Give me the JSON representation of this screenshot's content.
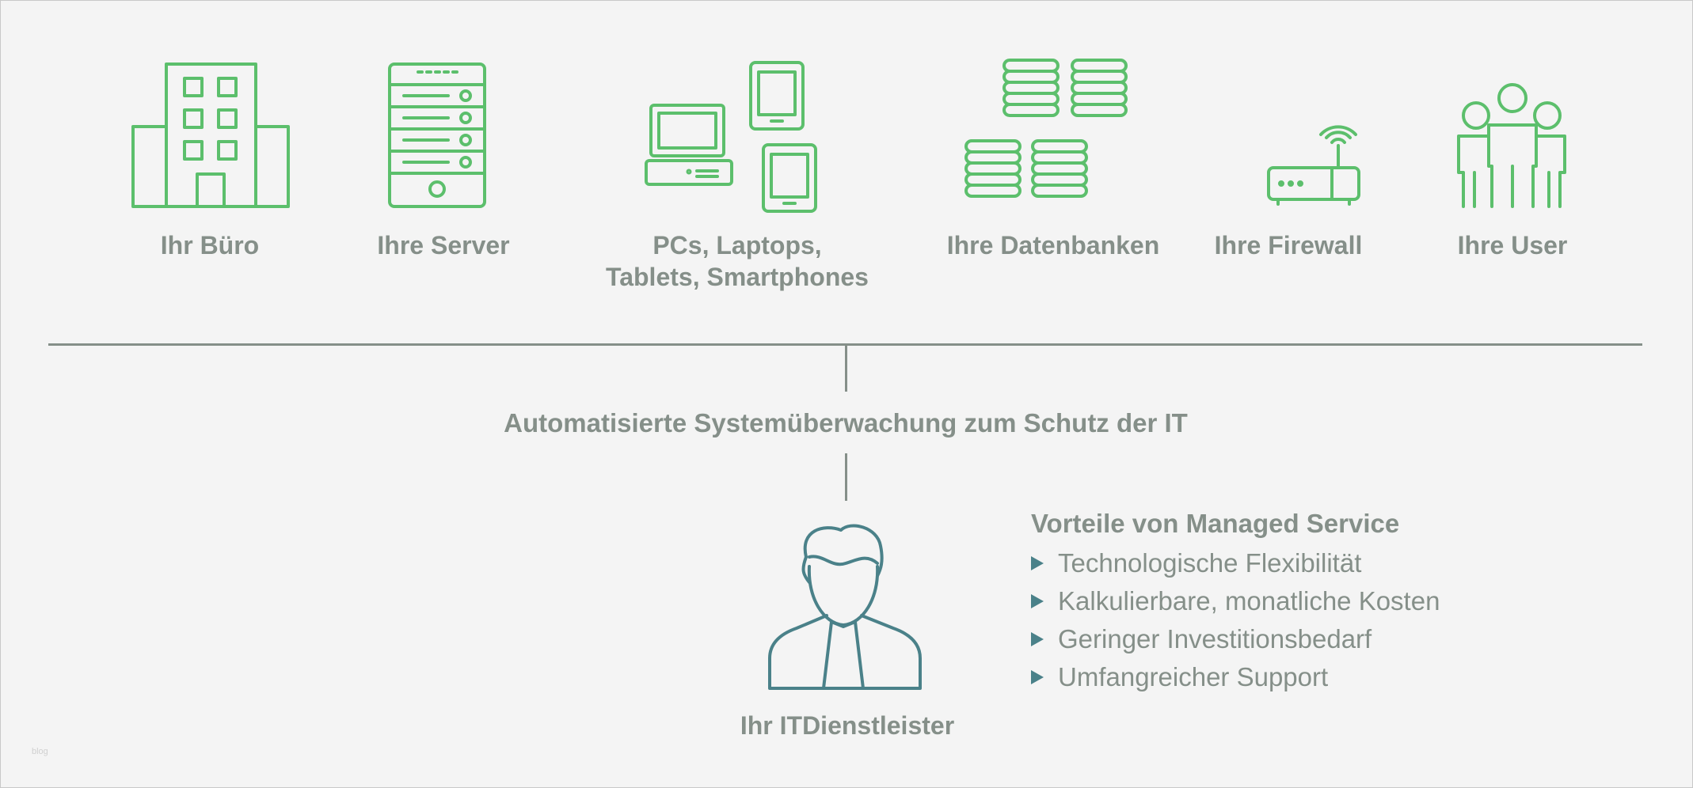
{
  "items": [
    {
      "label": "Ihr Büro",
      "icon": "office-building-icon"
    },
    {
      "label": "Ihre Server",
      "icon": "server-rack-icon"
    },
    {
      "label_line1": "PCs, Laptops,",
      "label_line2": "Tablets, Smartphones",
      "icon": "devices-icon"
    },
    {
      "label": "Ihre Datenbanken",
      "icon": "database-icon"
    },
    {
      "label": "Ihre Firewall",
      "icon": "router-icon"
    },
    {
      "label": "Ihre User",
      "icon": "users-icon"
    }
  ],
  "monitoring_label": "Automatisierte Systemüberwachung zum Schutz der IT",
  "provider": {
    "label": "Ihr ITDienstleister",
    "icon": "person-icon"
  },
  "advantages": {
    "title": "Vorteile von Managed Service",
    "items": [
      "Technologische Flexibilität",
      "Kalkulierbare, monatliche Kosten",
      "Geringer Investitionsbedarf",
      "Umfangreicher Support"
    ]
  },
  "watermark": "blog",
  "colors": {
    "icon_green": "#5cbf6c",
    "text_gray": "#858f89",
    "accent_teal": "#4a8189",
    "background": "#f4f4f4"
  }
}
